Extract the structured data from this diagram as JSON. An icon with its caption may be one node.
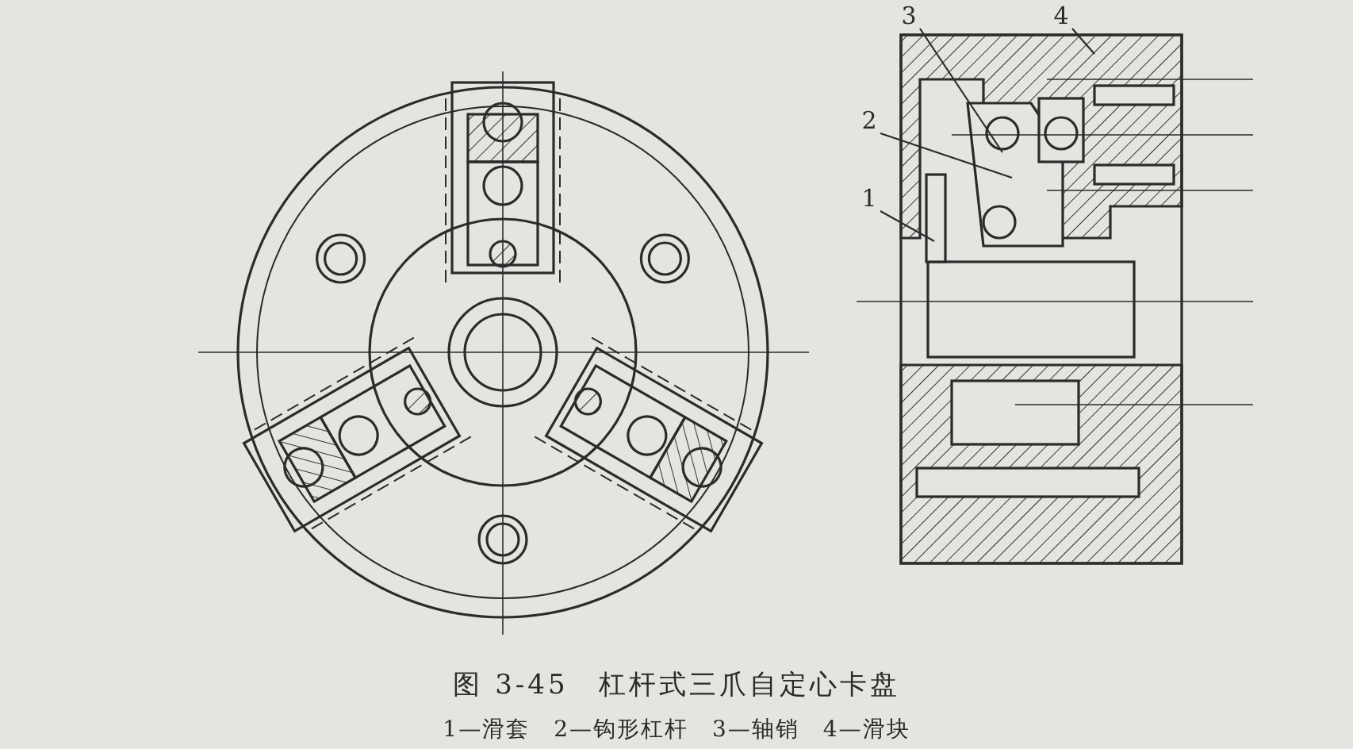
{
  "diagram": {
    "title": "图 3-45　杠杆式三爪自定心卡盘",
    "caption": "1—滑套　2—钩形杠杆　3—轴销　4—滑块",
    "nodes": [
      {
        "text": [
          "3"
        ]
      },
      {
        "text": [
          "4"
        ]
      },
      {
        "text": [
          "2"
        ]
      },
      {
        "text": [
          "1"
        ]
      }
    ],
    "edges": [
      {
        "from": 0,
        "to": null,
        "arrow": "none"
      },
      {
        "from": 1,
        "to": null,
        "arrow": "none"
      },
      {
        "from": 2,
        "to": null,
        "arrow": "none"
      },
      {
        "from": 3,
        "to": null,
        "arrow": "none"
      }
    ]
  }
}
